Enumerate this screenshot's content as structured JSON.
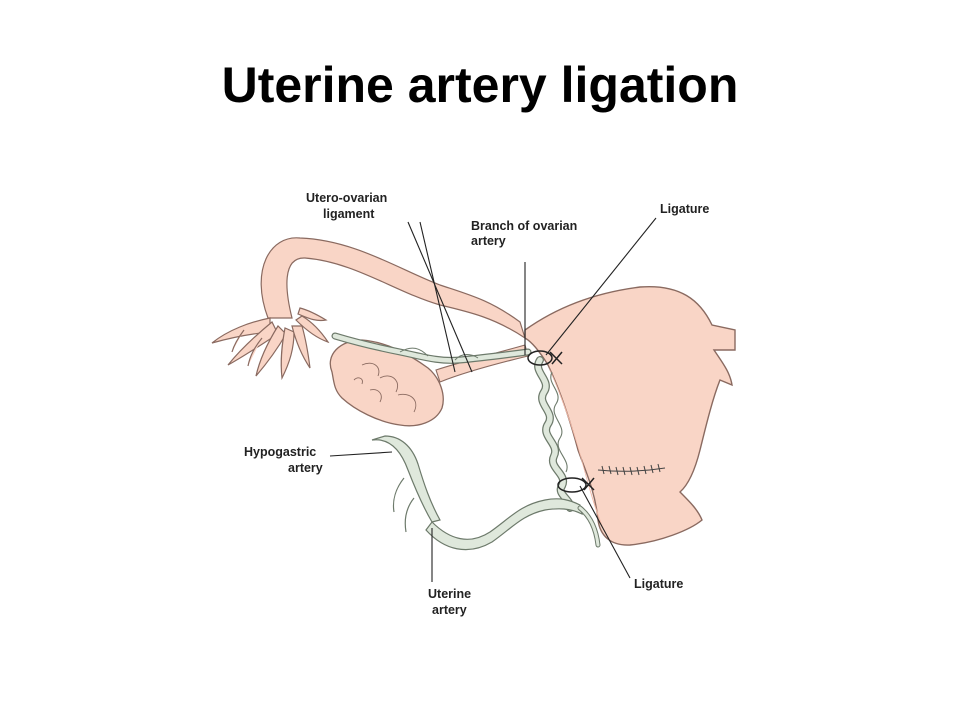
{
  "title": "Uterine artery ligation",
  "labels": {
    "utero_ovarian_1": "Utero-ovarian",
    "utero_ovarian_2": "ligament",
    "branch_ovarian_1": "Branch of ovarian",
    "branch_ovarian_2": "artery",
    "ligature_top": "Ligature",
    "hypogastric_1": "Hypogastric",
    "hypogastric_2": "artery",
    "uterine_1": "Uterine",
    "uterine_2": "artery",
    "ligature_bottom": "Ligature"
  },
  "colors": {
    "tissue_fill": "#f9d5c6",
    "tissue_shade": "#f3b9a6",
    "tissue_stroke": "#8a6a60",
    "vessel_fill": "#dfe8dc",
    "vessel_stroke": "#6d7a6b",
    "leader": "#222222"
  }
}
